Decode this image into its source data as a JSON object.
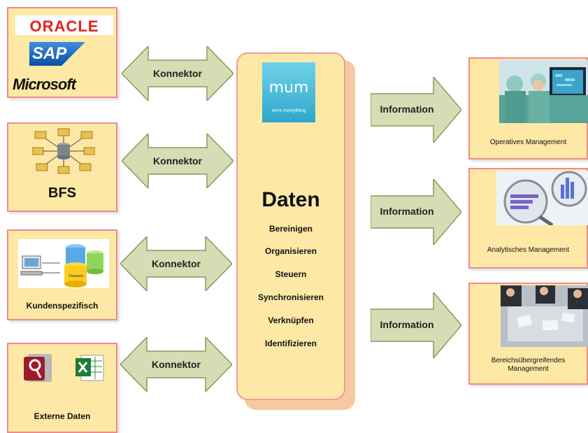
{
  "sources": {
    "erp": {
      "logos": [
        "ORACLE",
        "SAP",
        "Microsoft"
      ]
    },
    "bfs": {
      "label": "BFS"
    },
    "custom": {
      "label": "Kundenspezifisch",
      "db_label": "Database"
    },
    "external": {
      "label": "Externe Daten"
    }
  },
  "connector_label": "Konnektor",
  "center": {
    "logo_text": "mum",
    "logo_subtext": "sees everything",
    "title": "Daten",
    "items": [
      "Bereinigen",
      "Organisieren",
      "Steuern",
      "Synchronisieren",
      "Verknüpfen",
      "Identifizieren"
    ]
  },
  "information_label": "Information",
  "outputs": [
    {
      "label": "Operatives Management"
    },
    {
      "label": "Analytisches Management"
    },
    {
      "label": "Bereichsübergreifendes Management"
    }
  ],
  "colors": {
    "box_fill": "#fde8a6",
    "box_border": "#f08a8a",
    "arrow_fill": "#d6dcb4",
    "arrow_stroke": "#8a9a5b",
    "mum_blue": "#3fb3d8"
  }
}
